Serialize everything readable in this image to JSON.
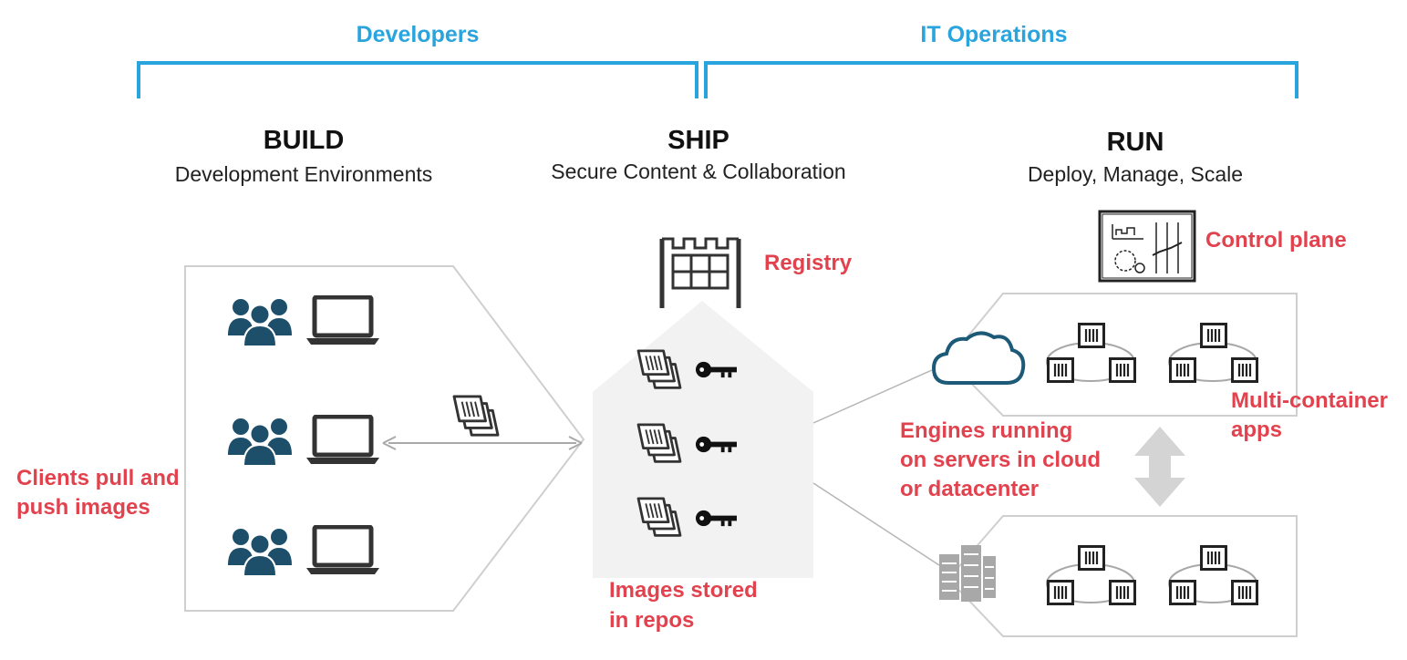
{
  "groups": {
    "developers": "Developers",
    "it_operations": "IT Operations"
  },
  "stages": {
    "build": {
      "title": "BUILD",
      "subtitle": "Development Environments"
    },
    "ship": {
      "title": "SHIP",
      "subtitle": "Secure Content & Collaboration"
    },
    "run": {
      "title": "RUN",
      "subtitle": "Deploy, Manage, Scale"
    }
  },
  "notes": {
    "registry": "Registry",
    "control_plane": "Control plane",
    "clients": [
      "Clients pull and",
      "push images"
    ],
    "images_stored": [
      "Images stored",
      "in repos"
    ],
    "engines": [
      "Engines running",
      "on servers in cloud",
      "or datacenter"
    ],
    "multi_container": [
      "Multi-container",
      "apps"
    ]
  },
  "colors": {
    "bracket": "#2aa4dd",
    "group_text": "#2aa4dd",
    "note_text": "#e2424e",
    "client_icon": "#1d4f6b",
    "laptop": "#333333",
    "panel_stroke": "#cfcfcf",
    "ship_fill": "#f2f2f2",
    "double_arrow": "#d4d4d4",
    "cloud": "#1d5a78",
    "server": "#a8a8a8"
  },
  "icons": {
    "people": "people-group-icon",
    "laptop": "laptop-icon",
    "images": "image-stack-icon",
    "key": "key-icon",
    "registry": "registry-icon",
    "control_plane": "control-plane-icon",
    "cloud": "cloud-icon",
    "server": "server-rack-icon",
    "container": "container-icon"
  }
}
